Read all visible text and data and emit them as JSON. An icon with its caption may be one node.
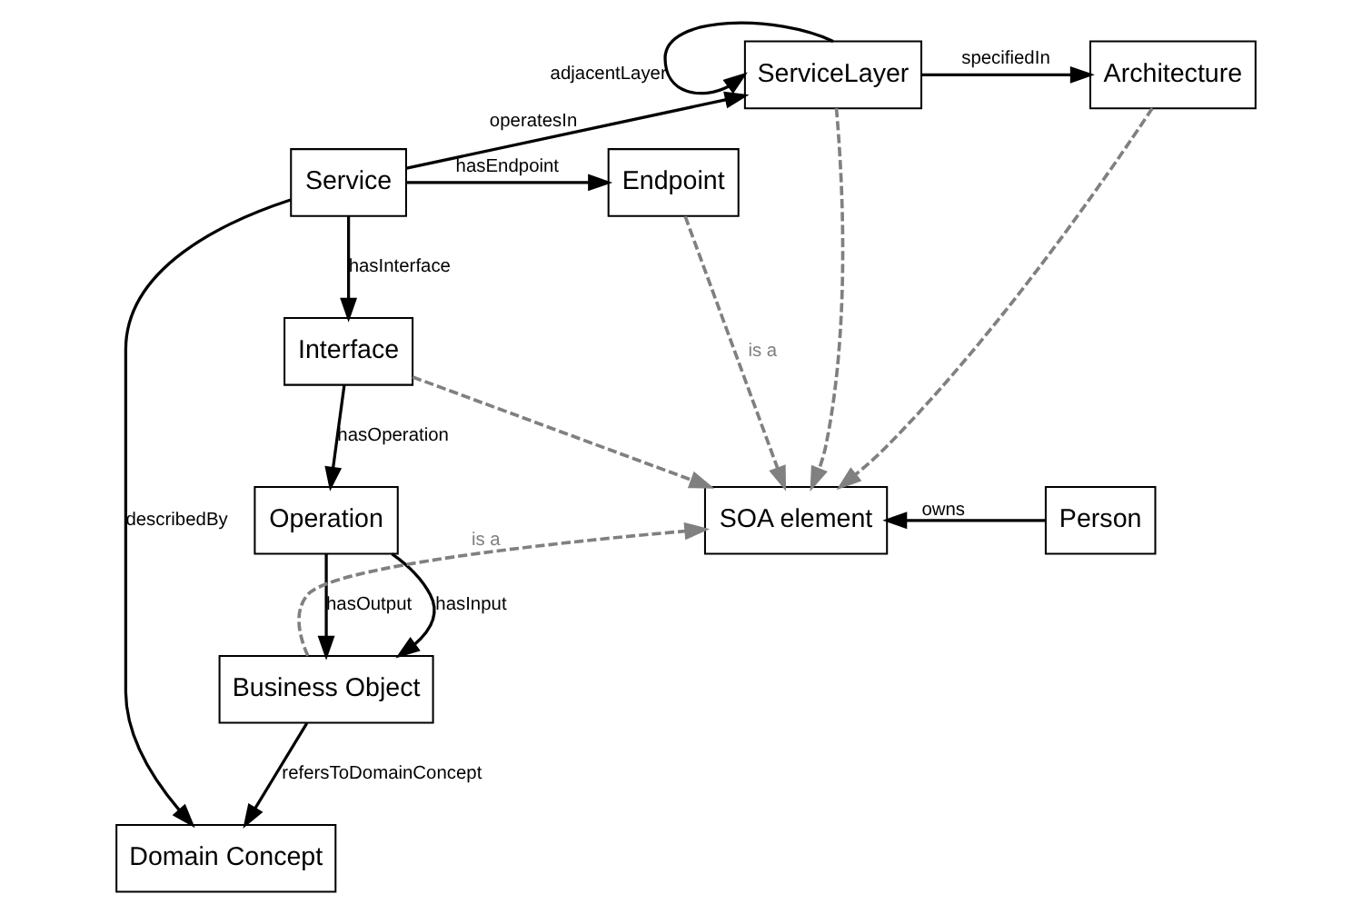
{
  "diagram": {
    "nodes": [
      {
        "text": [
          "ServiceLayer"
        ]
      },
      {
        "text": [
          "Architecture"
        ]
      },
      {
        "text": [
          "Endpoint"
        ]
      },
      {
        "text": [
          "Service"
        ]
      },
      {
        "text": [
          "Domain Concept"
        ]
      },
      {
        "text": [
          "Interface"
        ]
      },
      {
        "text": [
          "SOA element"
        ]
      },
      {
        "text": [
          "Operation"
        ]
      },
      {
        "text": [
          "Person"
        ]
      },
      {
        "text": [
          "Business Object"
        ]
      }
    ],
    "edges": [
      {
        "from": 0,
        "to": 0,
        "arrow": "to",
        "label": "adjacentLayer"
      },
      {
        "from": 0,
        "to": 1,
        "arrow": "to",
        "label": "specifiedIn"
      },
      {
        "from": 3,
        "to": 0,
        "arrow": "to",
        "label": "operatesIn"
      },
      {
        "from": 3,
        "to": 2,
        "arrow": "to",
        "label": "hasEndpoint"
      },
      {
        "from": 3,
        "to": 4,
        "arrow": "to",
        "label": "describedBy"
      },
      {
        "from": 3,
        "to": 5,
        "arrow": "to",
        "label": "hasInterface"
      },
      {
        "from": 5,
        "to": 7,
        "arrow": "to",
        "label": "hasOperation"
      },
      {
        "from": 8,
        "to": 6,
        "arrow": "to",
        "label": "owns"
      },
      {
        "from": 7,
        "to": 9,
        "arrow": "to",
        "label": "hasInput"
      },
      {
        "from": 7,
        "to": 9,
        "arrow": "to",
        "label": "hasOutput"
      },
      {
        "from": 9,
        "to": 4,
        "arrow": "to",
        "label": "refersToDomainConcept"
      },
      {
        "from": 0,
        "to": 6,
        "arrow": "to",
        "style": "dashed",
        "color": "#808080"
      },
      {
        "from": 1,
        "to": 6,
        "arrow": "to",
        "style": "dashed",
        "color": "#808080"
      },
      {
        "from": 2,
        "to": 6,
        "arrow": "to",
        "style": "dashed",
        "color": "#808080",
        "label": "is a"
      },
      {
        "from": 5,
        "to": 6,
        "arrow": "to",
        "style": "dashed",
        "color": "#808080"
      },
      {
        "from": 9,
        "to": 6,
        "arrow": "to",
        "style": "dashed",
        "color": "#808080",
        "label": "is a"
      }
    ]
  }
}
